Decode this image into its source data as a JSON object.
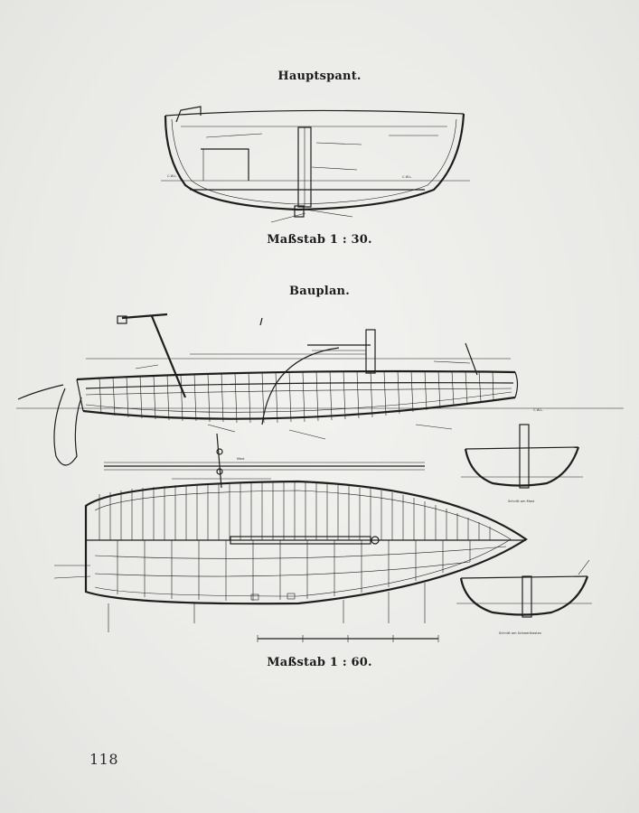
{
  "headings": {
    "midship_section": "Hauptspant.",
    "scale_midship": "Maßstab 1 : 30.",
    "construction_plan": "Bauplan.",
    "scale_construction": "Maßstab 1 : 60."
  },
  "page_number": "118",
  "drawing_labels": {
    "section_mast": "Schnitt am Mast",
    "section_centerboard": "Schnitt am Schwertkasten",
    "mast": "Mast",
    "cwl": "C.W.L."
  },
  "colors": {
    "paper": "#ededeb",
    "ink": "#1e1e1e"
  }
}
